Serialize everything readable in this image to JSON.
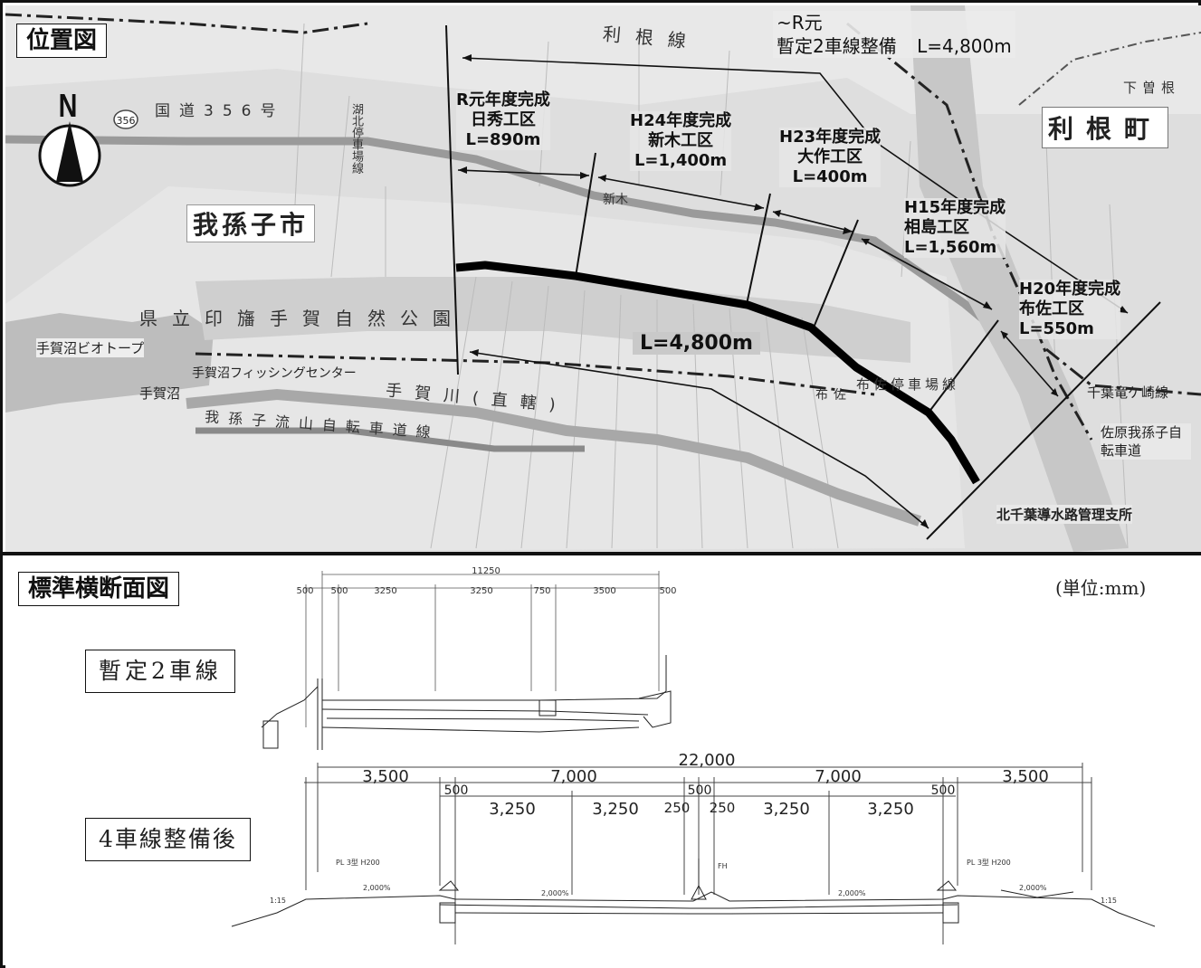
{
  "map": {
    "title": "位置図",
    "north": "N",
    "places": {
      "abiko": "我孫子市",
      "tone": "利根町",
      "park": "県立印旛手賀自然公園",
      "route356": "国道356号",
      "route356_shield": "356",
      "teganuma_biotope": "手賀沼ビオトープ",
      "fishing_center": "手賀沼フィッシングセンター",
      "teganuma": "手賀沼",
      "tega_river": "手賀川(直轄)",
      "cycle_road": "我孫子流山自転車道線",
      "tone_line": "利根線",
      "kohoku_line": "湖北停車場線",
      "fusa_line": "布佐停車場線",
      "kita_chiba_office": "北千葉導水路管理支所",
      "chiba_ryugasaki": "千葉竜ケ崎線",
      "sawara_abiko": "佐原我孫子自転車道",
      "niiki": "新木",
      "fusa": "布佐",
      "shimo_sone": "下曽根"
    },
    "total_label": "L=4,800m",
    "sections": [
      {
        "title": "R元年度完成",
        "name": "日秀工区",
        "length": "L=890m"
      },
      {
        "title": "H24年度完成",
        "name": "新木工区",
        "length": "L=1,400m"
      },
      {
        "title": "H23年度完成",
        "name": "大作工区",
        "length": "L=400m"
      },
      {
        "title": "H15年度完成",
        "name": "相島工区",
        "length": "L=1,560m"
      },
      {
        "title": "H20年度完成",
        "name": "布佐工区",
        "length": "L=550m"
      }
    ],
    "interim": {
      "line1": "~R元",
      "line2": "暫定2車線整備",
      "length": "L=4,800m"
    }
  },
  "cross_section": {
    "title": "標準横断面図",
    "unit": "(単位:mm)",
    "interim": {
      "label": "暫定2車線",
      "total": "11250",
      "dims": [
        "500",
        "500",
        "3250",
        "3250",
        "750",
        "3500",
        "500"
      ]
    },
    "full": {
      "label": "4車線整備後",
      "total": "22,000",
      "upper": [
        "3,500",
        "7,000",
        "7,000",
        "3,500"
      ],
      "mid": [
        "500",
        "500",
        "500"
      ],
      "lanes": [
        "3,250",
        "3,250",
        "3,250",
        "3,250"
      ],
      "median": [
        "250",
        "250"
      ],
      "small": {
        "pl_left": "PL 3型 H200",
        "pl_right": "PL 3型 H200",
        "slope": "2,000%",
        "ratio": "1:15",
        "fh": "FH"
      }
    }
  },
  "colors": {
    "route": "#000000",
    "map_bg": "#dcdcdc",
    "road_gray": "#9a9a9a",
    "ink": "#111111"
  }
}
